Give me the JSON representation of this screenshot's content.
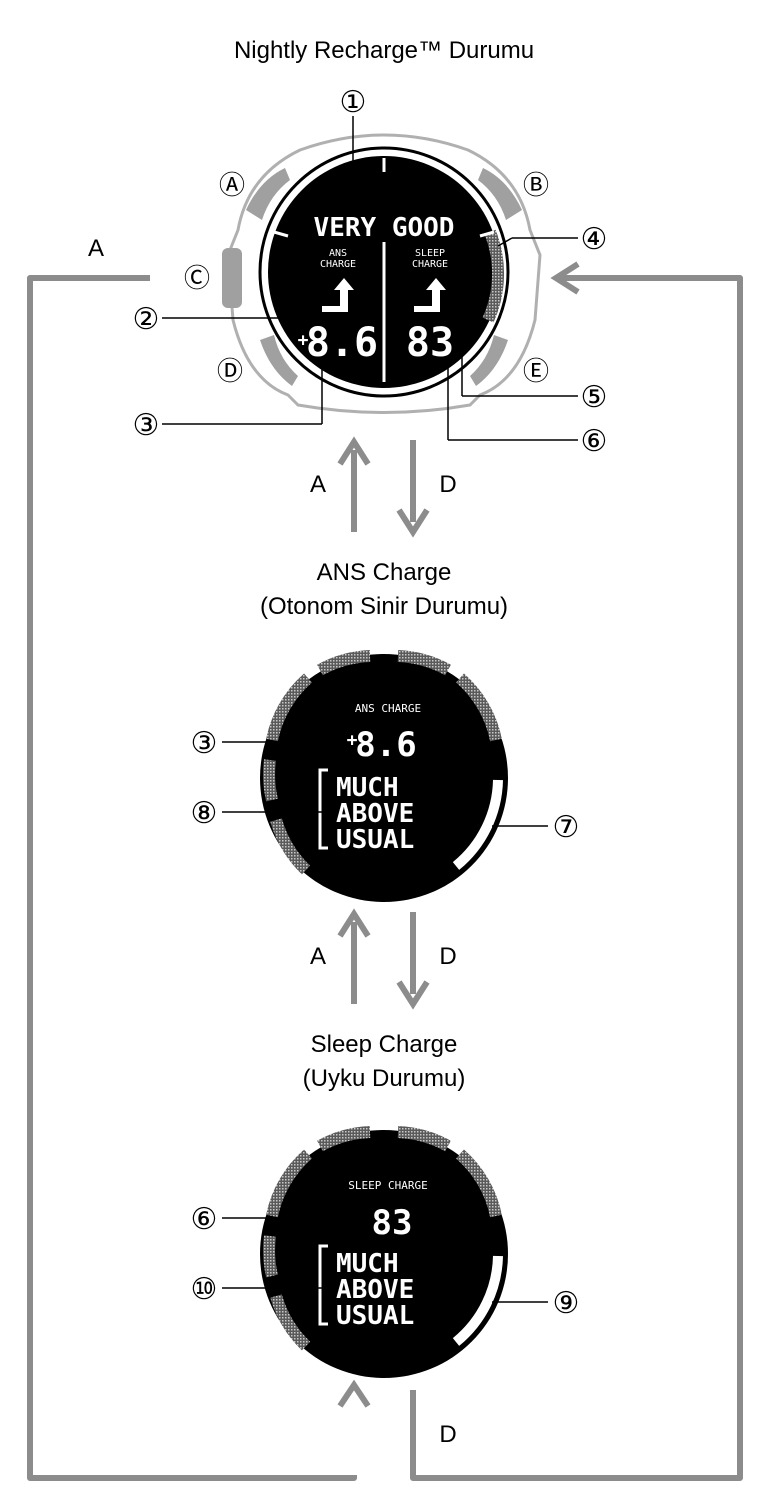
{
  "screens": {
    "nightly": {
      "title": "Nightly Recharge™ Durumu",
      "status": "VERY GOOD",
      "ans_label_1": "ANS",
      "ans_label_2": "CHARGE",
      "sleep_label_1": "SLEEP",
      "sleep_label_2": "CHARGE",
      "ans_sign": "+",
      "ans_value": "8.6",
      "sleep_value": "83",
      "callouts": [
        "①",
        "②",
        "③",
        "④",
        "⑤",
        "⑥"
      ],
      "buttons": [
        "Ⓐ",
        "Ⓑ",
        "Ⓒ",
        "Ⓓ",
        "Ⓔ"
      ]
    },
    "ans": {
      "title_1": "ANS Charge",
      "title_2": "(Otonom Sinir Durumu)",
      "header": "ANS CHARGE",
      "sign": "+",
      "value": "8.6",
      "status_lines": [
        "MUCH",
        "ABOVE",
        "USUAL"
      ],
      "callouts": [
        "③",
        "⑧",
        "⑦"
      ]
    },
    "sleep": {
      "title_1": "Sleep Charge",
      "title_2": "(Uyku Durumu)",
      "header": "SLEEP CHARGE",
      "value": "83",
      "status_lines": [
        "MUCH",
        "ABOVE",
        "USUAL"
      ],
      "callouts": [
        "⑥",
        "⑩",
        "⑨"
      ]
    }
  },
  "navigation": {
    "loop_label": "A",
    "up_label": "A",
    "down_label": "D",
    "up_label_2": "A",
    "down_label_2": "D",
    "bottom_label": "D"
  },
  "colors": {
    "flow_arrow": "#8c8c8c",
    "bezel": "#a0a0a0",
    "screen": "#000000",
    "gauge_segment": "#8a8a8a"
  }
}
